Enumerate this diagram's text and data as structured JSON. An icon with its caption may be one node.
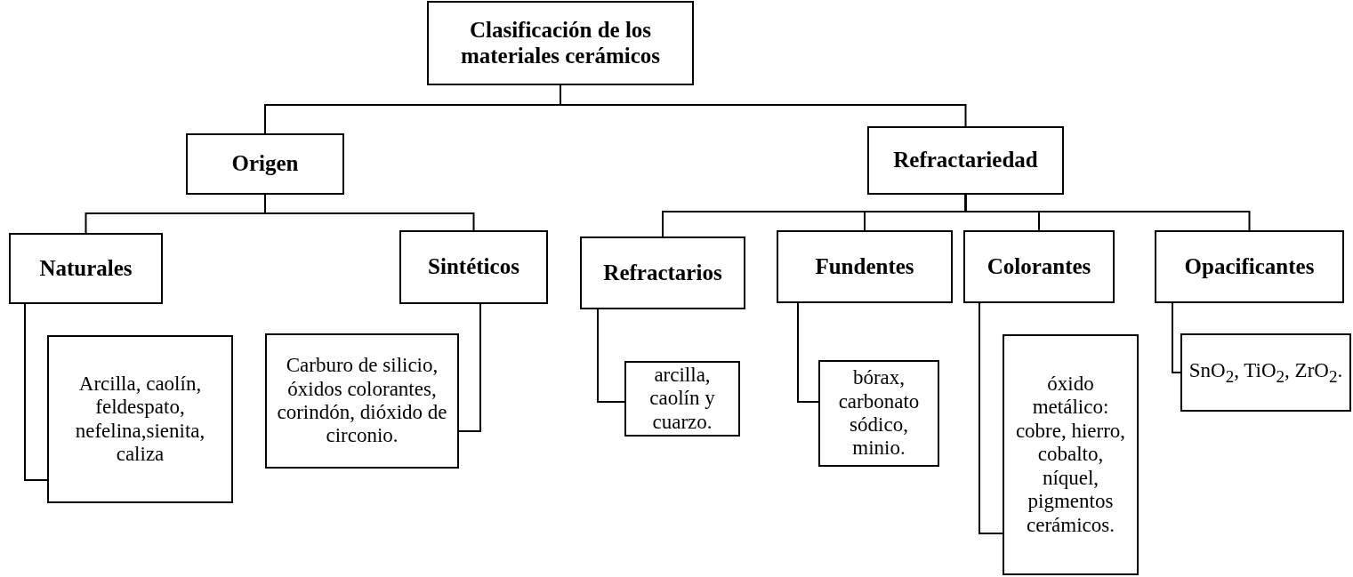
{
  "diagram": {
    "nodes": [
      {
        "text": [
          "Clasificación de los materiales cerámicos"
        ]
      },
      {
        "text": [
          "Origen"
        ]
      },
      {
        "text": [
          "Refractariedad"
        ]
      },
      {
        "text": [
          "Naturales"
        ]
      },
      {
        "text": [
          "Sintéticos"
        ]
      },
      {
        "text": [
          "Arcilla, caolín, feldespato, nefelina,sienita, caliza"
        ]
      },
      {
        "text": [
          "Carburo de silicio, óxidos colorantes, corindón, dióxido de circonio."
        ]
      },
      {
        "text": [
          "Refractarios"
        ]
      },
      {
        "text": [
          "Fundentes"
        ]
      },
      {
        "text": [
          "Colorantes"
        ]
      },
      {
        "text": [
          "Opacificantes"
        ]
      },
      {
        "text": [
          "arcilla, caolín y cuarzo."
        ]
      },
      {
        "text": [
          "bórax, carbonato sódico, minio."
        ]
      },
      {
        "text": [
          "óxido metálico: cobre, hierro, cobalto, níquel, pigmentos cerámicos."
        ]
      },
      {
        "text": [
          "SnO$_{2}$, TiO$_{2}$, ZrO$_{2}$."
        ]
      }
    ],
    "edges": [
      {
        "from": 0,
        "to": 1,
        "arrow": "none"
      },
      {
        "from": 0,
        "to": 2,
        "arrow": "none"
      },
      {
        "from": 1,
        "to": 3,
        "arrow": "none"
      },
      {
        "from": 1,
        "to": 4,
        "arrow": "none"
      },
      {
        "from": 2,
        "to": 7,
        "arrow": "none"
      },
      {
        "from": 2,
        "to": 8,
        "arrow": "none"
      },
      {
        "from": 2,
        "to": 9,
        "arrow": "none"
      },
      {
        "from": 2,
        "to": 10,
        "arrow": "none"
      },
      {
        "from": 3,
        "to": 5,
        "arrow": "none"
      },
      {
        "from": 4,
        "to": 6,
        "arrow": "none"
      },
      {
        "from": 7,
        "to": 11,
        "arrow": "none"
      },
      {
        "from": 8,
        "to": 12,
        "arrow": "none"
      },
      {
        "from": 9,
        "to": 13,
        "arrow": "none"
      },
      {
        "from": 10,
        "to": 14,
        "arrow": "none"
      }
    ]
  }
}
